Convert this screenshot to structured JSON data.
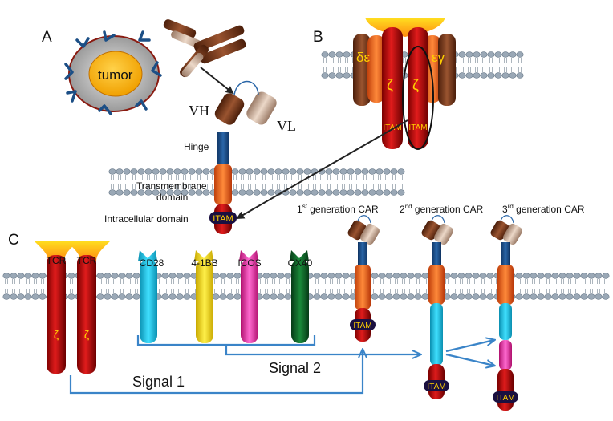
{
  "panels": {
    "a": "A",
    "b": "B",
    "c": "C"
  },
  "panel_a": {
    "tumor": "tumor",
    "vh": "VH",
    "vl": "VL",
    "hinge": "Hinge",
    "transmembrane": "Transmembrane",
    "domain": "domain",
    "intracellular": "Intracellular domain",
    "itam": "ITAM"
  },
  "panel_b": {
    "delta_epsilon": "δε",
    "epsilon_gamma": "εγ",
    "zeta": "ζ",
    "itam": "ITAM"
  },
  "panel_c": {
    "tcr": "TCR",
    "zeta": "ζ",
    "cd28": "CD28",
    "four_1bb": "4-1BB",
    "icos": "ICOS",
    "ox40": "OX40",
    "gen1_num": "1",
    "gen1_sup": "st",
    "gen1_text": " generation CAR",
    "gen2_num": "2",
    "gen2_sup": "nd",
    "gen2_text": " generation CAR",
    "gen3_num": "3",
    "gen3_sup": "rd",
    "gen3_text": " generation CAR",
    "itam": "ITAM",
    "signal1": "Signal 1",
    "signal2": "Signal 2"
  },
  "colors": {
    "red": "#d01818",
    "dark_red": "#7a0000",
    "orange": "#f07828",
    "navy": "#1c4f86",
    "cyan": "#18c8e8",
    "yellow": "#f8e010",
    "magenta": "#f040b8",
    "green": "#0c6628",
    "brown": "#7a3a1a",
    "tan": "#c8a890",
    "arrow_blue": "#3a84c8",
    "membrane": "#9aa8b6"
  }
}
